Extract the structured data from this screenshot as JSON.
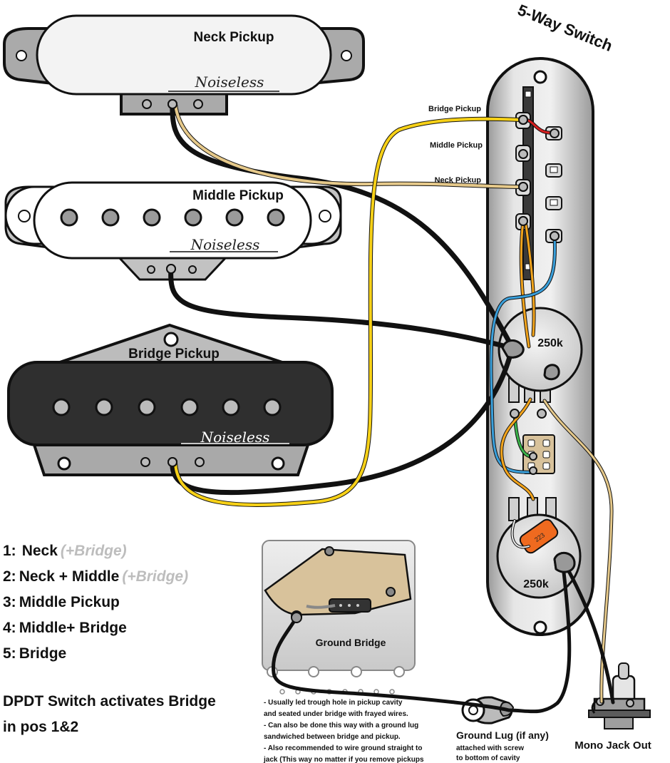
{
  "header": {
    "title": "5-Way Switch"
  },
  "pickups": {
    "neck": {
      "label": "Neck Pickup",
      "brand": "Noiseless"
    },
    "middle": {
      "label": "Middle Pickup",
      "brand": "Noiseless"
    },
    "bridge": {
      "label": "Bridge Pickup",
      "brand": "Noiseless"
    }
  },
  "switch": {
    "lug_labels": {
      "bridge": "Bridge Pickup",
      "middle": "Middle Pickup",
      "neck": "Neck Pickup"
    }
  },
  "pots": {
    "volume": "250k",
    "tone": "250k"
  },
  "capacitor": {
    "label": "223"
  },
  "positions": [
    {
      "num": "1:",
      "label": "Neck",
      "extra": "(+Bridge)"
    },
    {
      "num": "2:",
      "label": "Neck + Middle",
      "extra": "(+Bridge)"
    },
    {
      "num": "3:",
      "label": "Middle Pickup",
      "extra": ""
    },
    {
      "num": "4:",
      "label": "Middle+ Bridge",
      "extra": ""
    },
    {
      "num": "5:",
      "label": "Bridge",
      "extra": ""
    }
  ],
  "dpdt_note": {
    "line1": "DPDT Switch activates Bridge",
    "line2": "in pos 1&2"
  },
  "ground_bridge": {
    "title": "Ground Bridge",
    "notes": [
      "- Usually led trough hole in pickup cavity",
      "and seated under bridge with frayed wires.",
      "- Can also be done this way with a ground lug",
      "sandwiched between bridge and pickup.",
      "- Also recommended to wire ground straight to",
      "jack (This way no matter if you remove pickups"
    ]
  },
  "ground_lug": {
    "title": "Ground Lug (if any)",
    "line1": "attached with screw",
    "line2": "to bottom of cavity"
  },
  "jack": {
    "title": "Mono Jack Out"
  },
  "colors": {
    "wire_black": "#111111",
    "wire_yellow": "#f7d117",
    "wire_tan": "#e6c98a",
    "wire_orange": "#f2a41c",
    "wire_blue": "#3aa0dc",
    "wire_green": "#3bb34a",
    "wire_red": "#d81f1f",
    "plate": "#d4d4d4",
    "bridge_plate": "#bdbdbd",
    "cap": "#ef6a1f"
  }
}
